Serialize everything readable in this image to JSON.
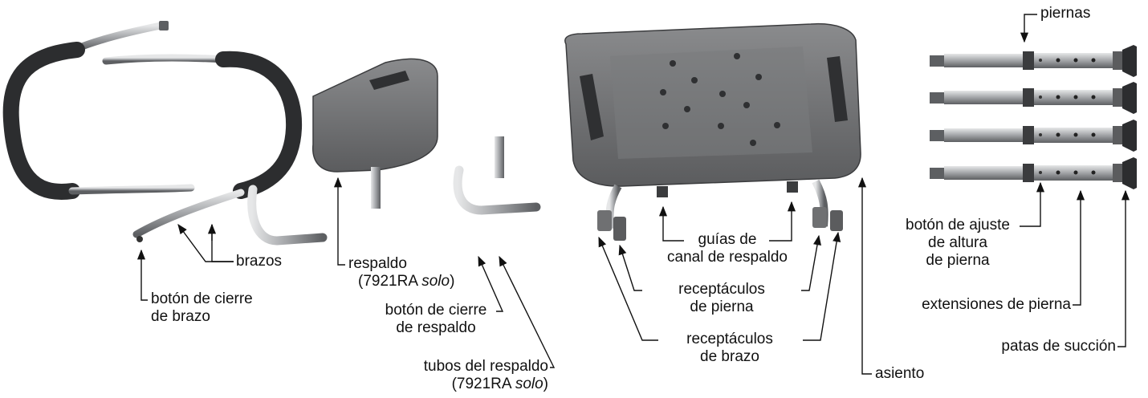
{
  "labels": {
    "piernas": "piernas",
    "brazos": "brazos",
    "arm_lock_button": [
      "botón de cierre",
      "de brazo"
    ],
    "backrest": [
      "respaldo",
      "(7921RA ",
      "solo",
      ")"
    ],
    "backrest_lock_button": [
      "botón de cierre",
      "de respaldo"
    ],
    "backrest_tubes": [
      "tubos del respaldo",
      "(7921RA ",
      "solo",
      ")"
    ],
    "backrest_guides": [
      "guías de",
      "canal de respaldo"
    ],
    "leg_receptacles": [
      "receptáculos",
      "de pierna"
    ],
    "arm_receptacles": [
      "receptáculos",
      "de brazo"
    ],
    "seat": "asiento",
    "height_button": [
      "botón de ajuste",
      "de altura",
      "de pierna"
    ],
    "leg_extensions": "extensiones de pierna",
    "suction_feet": "patas de succión"
  },
  "colors": {
    "line": "#111111",
    "plastic": "#6f7072",
    "plastic_dark": "#48494b",
    "metal": "#a9abae",
    "grip": "#2c2d2f"
  }
}
